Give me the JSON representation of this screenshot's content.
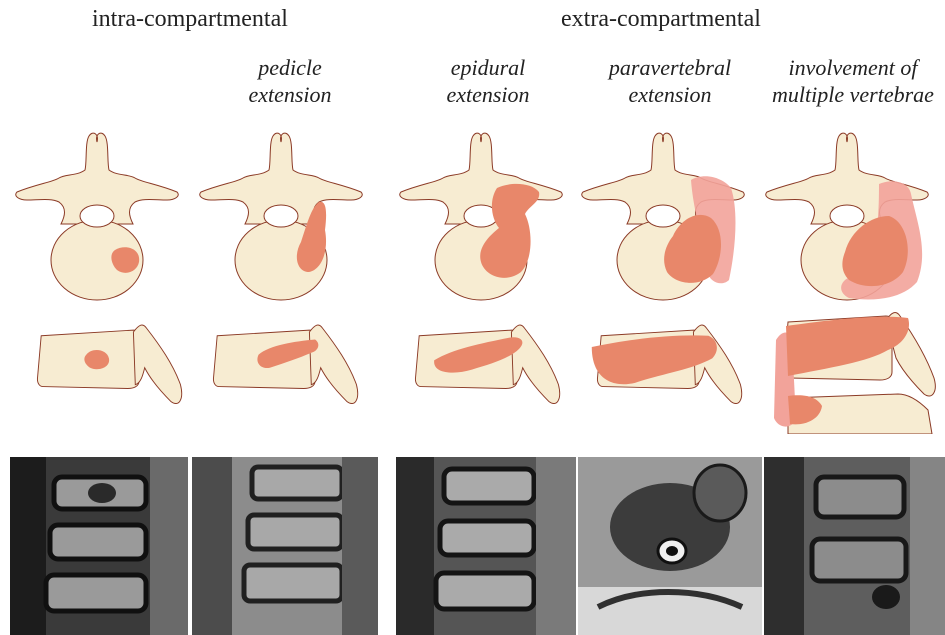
{
  "groups": [
    {
      "title": "intra-compartmental"
    },
    {
      "title": "extra-compartmental"
    }
  ],
  "columns": [
    {
      "label": ""
    },
    {
      "label": "pedicle\nextension"
    },
    {
      "label": "epidural\nextension"
    },
    {
      "label": "paravertebral\nextension"
    },
    {
      "label": "involvement of\nmultiple vertebrae"
    }
  ],
  "colors": {
    "bone_fill": "#f7ecd2",
    "bone_stroke": "#8b3a26",
    "lesion": "#e8876a",
    "lesion_light": "#f2a39a"
  },
  "scans": [
    {
      "icon": "mri-sagittal-icon"
    },
    {
      "icon": "mri-sagittal-icon"
    },
    {
      "icon": "mri-sagittal-icon"
    },
    {
      "icon": "mri-axial-icon"
    },
    {
      "icon": "mri-sagittal-icon"
    }
  ]
}
